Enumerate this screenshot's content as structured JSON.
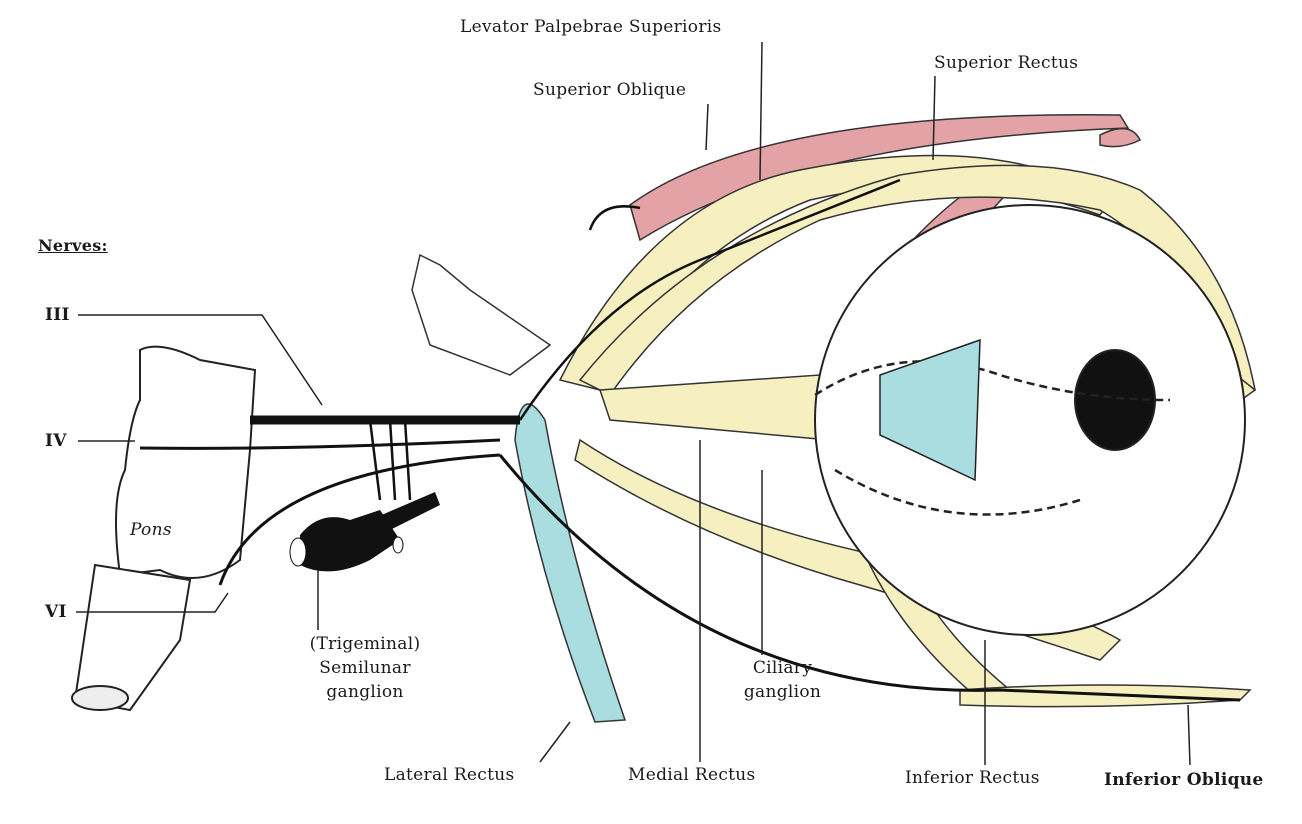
{
  "title": "Extraocular muscles and nerves",
  "labels": {
    "levator": "Levator Palpebrae Superioris",
    "superior_oblique": "Superior Oblique",
    "superior_rectus": "Superior Rectus",
    "nerves_heading": "Nerves:",
    "nerve_iii": "III",
    "nerve_iv": "IV",
    "nerve_vi": "VI",
    "pons": "Pons",
    "trigeminal_line1": "(Trigeminal)",
    "trigeminal_line2": "Semilunar",
    "trigeminal_line3": "ganglion",
    "ciliary_line1": "Ciliary",
    "ciliary_line2": "ganglion",
    "lateral_rectus": "Lateral Rectus",
    "medial_rectus": "Medial Rectus",
    "inferior_rectus": "Inferior Rectus",
    "inferior_oblique": "Inferior Oblique"
  },
  "colors": {
    "pink_muscle": "#e3a2a6",
    "yellow_muscle": "#f6efbf",
    "blue_muscle": "#a9dde0",
    "nerve": "#111111"
  }
}
